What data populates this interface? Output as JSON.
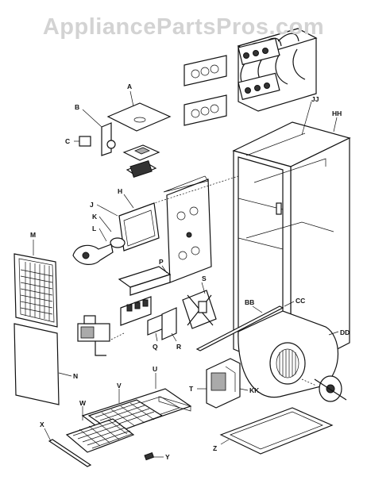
{
  "watermark": "AppliancePartsPros.com",
  "labels": {
    "A": "A",
    "B": "B",
    "C": "C",
    "H": "H",
    "J": "J",
    "K": "K",
    "L": "L",
    "M": "M",
    "N": "N",
    "P": "P",
    "Q": "Q",
    "R": "R",
    "S": "S",
    "T": "T",
    "U": "U",
    "V": "V",
    "W": "W",
    "X": "X",
    "Y": "Y",
    "Z": "Z",
    "BB": "BB",
    "CC": "CC",
    "DD": "DD",
    "HH": "HH",
    "JJ": "JJ",
    "KK": "KK"
  }
}
